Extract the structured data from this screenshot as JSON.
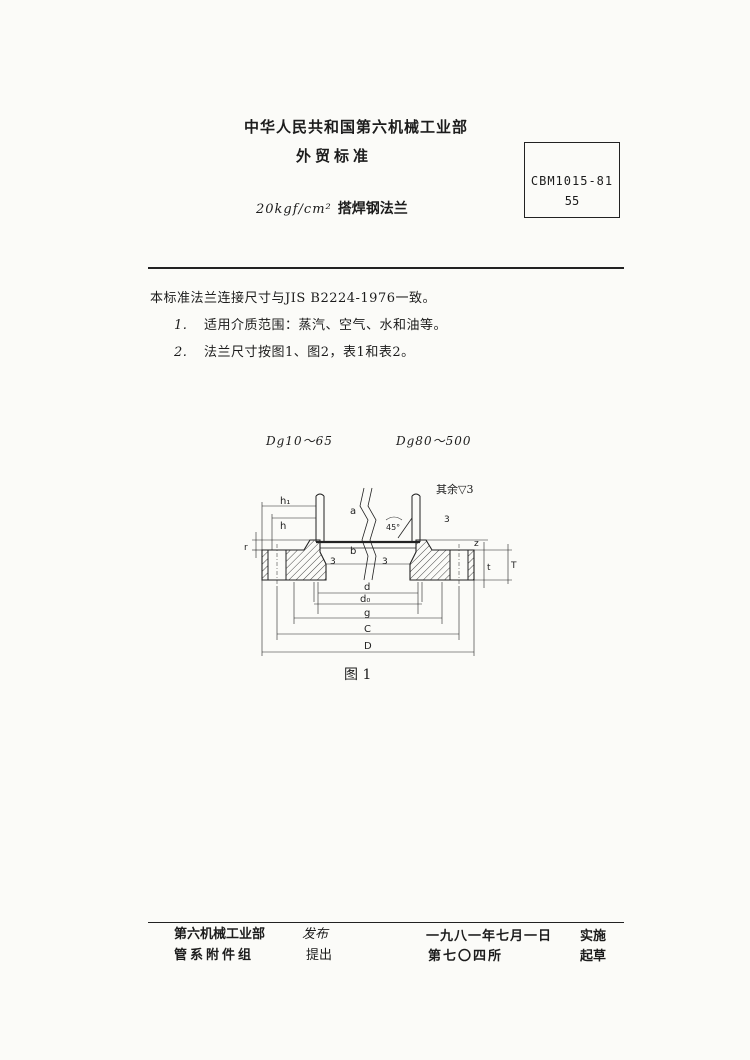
{
  "header": {
    "ministry": "中华人民共和国第六机械工业部",
    "standard_type": "外贸标准",
    "title_pressure": "20kgf/cm²",
    "title_name": "搭焊钢法兰",
    "code": "CBM1015-81",
    "page": "55"
  },
  "body": {
    "intro": "本标准法兰连接尺寸与JIS B2224-1976一致。",
    "items": [
      {
        "num": "1.",
        "text": "适用介质范围：蒸汽、空气、水和油等。"
      },
      {
        "num": "2.",
        "text": "法兰尺寸按图1、图2，表1和表2。"
      }
    ]
  },
  "figure": {
    "range_left": "Dg10～65",
    "range_right": "Dg80～500",
    "surface_finish": "其余▽3",
    "caption": "图 1",
    "labels": {
      "a": "a",
      "b": "b",
      "h1": "h₁",
      "h": "h",
      "angle": "45°",
      "d": "d",
      "d0": "d₀",
      "g": "g",
      "C": "C",
      "D": "D",
      "t": "t",
      "T": "T",
      "z": "z",
      "r": "r",
      "fin3": "3",
      "fin3b": "3",
      "fin3c": "3"
    }
  },
  "footer": {
    "department": "第六机械工业部",
    "issued": "发布",
    "group": "管系附件组",
    "proposed": "提出",
    "date": "一九八一年七月一日",
    "implement": "实施",
    "institute": "第七〇四所",
    "drafted": "起草"
  }
}
